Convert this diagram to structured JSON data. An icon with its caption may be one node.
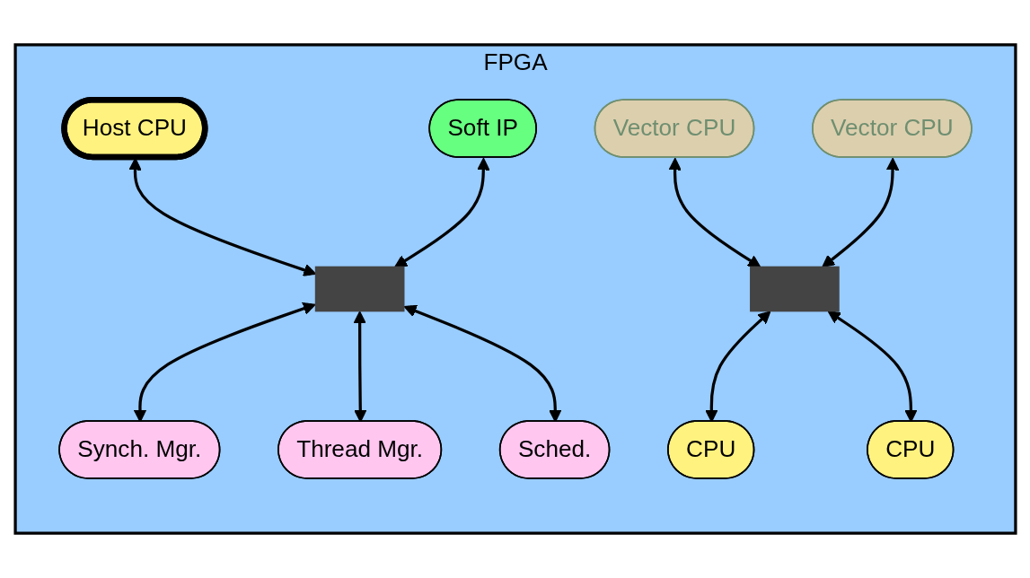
{
  "diagram": {
    "nodes": [
      {
        "text": [
          "FPGA"
        ]
      },
      {
        "text": [
          "Host CPU"
        ],
        "in": 0
      },
      {
        "text": [
          "Soft IP"
        ],
        "in": 0
      },
      {
        "text": [
          "Vector CPU"
        ],
        "in": 0
      },
      {
        "text": [
          "Vector CPU"
        ],
        "in": 0
      },
      {
        "text": [],
        "shape": "bar",
        "in": 0
      },
      {
        "text": [],
        "shape": "bar",
        "in": 0
      },
      {
        "text": [
          "Synch. Mgr."
        ],
        "in": 0
      },
      {
        "text": [
          "Thread Mgr."
        ],
        "in": 0
      },
      {
        "text": [
          "Sched."
        ],
        "in": 0
      },
      {
        "text": [
          "CPU"
        ],
        "in": 0
      },
      {
        "text": [
          "CPU"
        ],
        "in": 0
      }
    ],
    "edges": [
      {
        "from": 1,
        "to": 5,
        "arrow": "both"
      },
      {
        "from": 2,
        "to": 5,
        "arrow": "both"
      },
      {
        "from": 3,
        "to": 6,
        "arrow": "both"
      },
      {
        "from": 4,
        "to": 6,
        "arrow": "both"
      },
      {
        "from": 5,
        "to": 7,
        "arrow": "both"
      },
      {
        "from": 5,
        "to": 8,
        "arrow": "both"
      },
      {
        "from": 5,
        "to": 9,
        "arrow": "both"
      },
      {
        "from": 6,
        "to": 10,
        "arrow": "both"
      },
      {
        "from": 6,
        "to": 11,
        "arrow": "both"
      }
    ]
  }
}
